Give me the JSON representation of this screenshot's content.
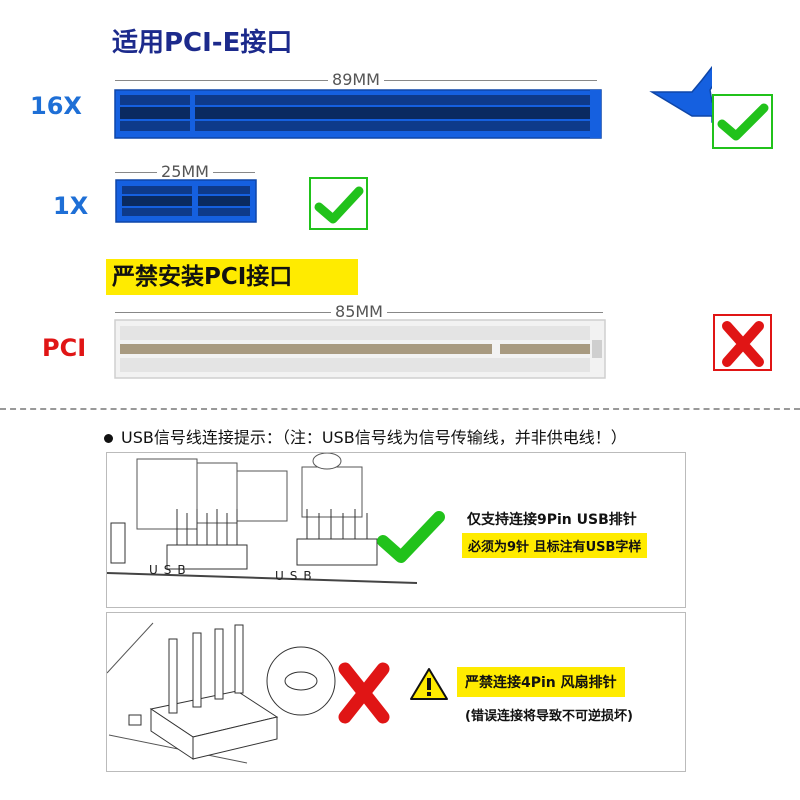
{
  "title": "适用PCI-E接口",
  "x16": {
    "label": "16X",
    "dimension": "89MM"
  },
  "x1": {
    "label": "1X",
    "dimension": "25MM"
  },
  "pci": {
    "banner": "严禁安装PCI接口",
    "label": "PCI",
    "dimension": "85MM"
  },
  "usb_note": "USB信号线连接提示：（注：USB信号线为信号传输线，并非供电线！）",
  "usb_ok": {
    "heading": "仅支持连接9Pin USB排针",
    "sub": "必须为9针 且标注有USB字样",
    "silk_left": "USB",
    "silk_right": "USB"
  },
  "fan_bad": {
    "heading": "严禁连接4Pin 风扇排针",
    "sub": "(错误连接将导致不可逆损坏)"
  },
  "icons": [
    "check-icon",
    "cross-icon",
    "warning-icon"
  ],
  "colors": {
    "pcie_blue": "#1560e0",
    "check_green": "#21c21b",
    "cross_red": "#e01515",
    "highlight_yellow": "#ffeb00",
    "title_navy": "#1c2a8c"
  }
}
